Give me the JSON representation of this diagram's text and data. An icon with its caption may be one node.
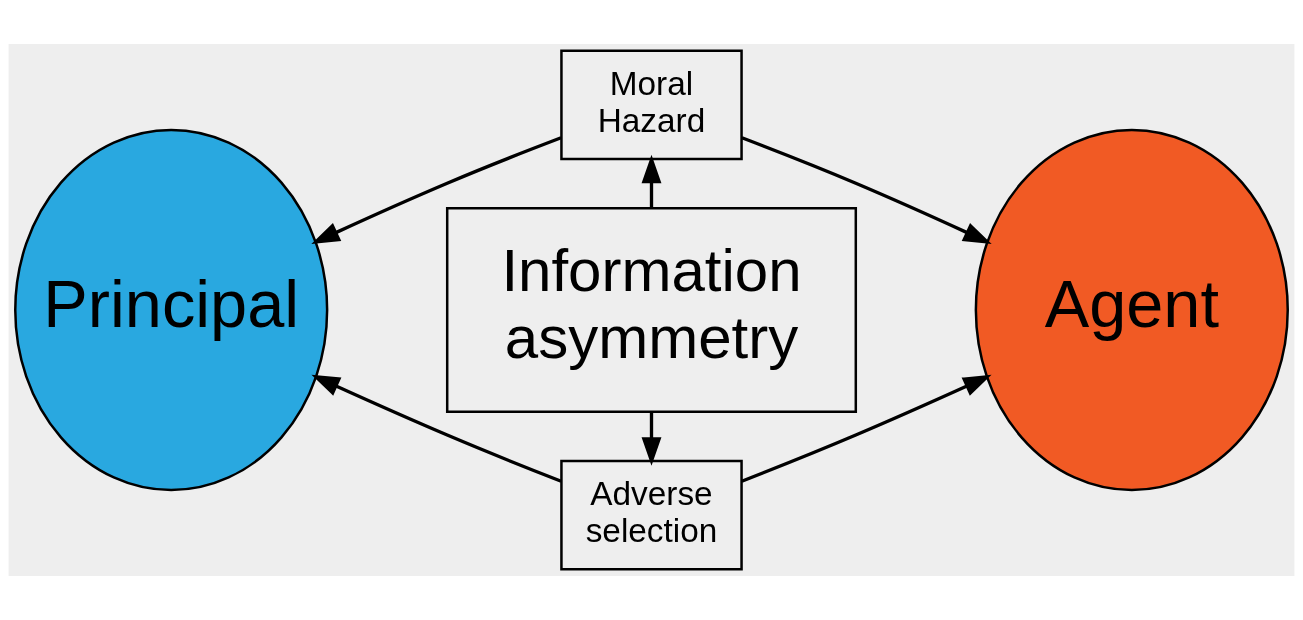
{
  "diagram": {
    "nodes": [
      {
        "text": [
          "Principal"
        ]
      },
      {
        "text": [
          "Information asymmetry"
        ]
      },
      {
        "text": [
          "Moral Hazard"
        ]
      },
      {
        "text": [
          "Adverse selection"
        ]
      },
      {
        "text": [
          "Agent"
        ]
      }
    ],
    "edges": [
      {
        "from": 1,
        "to": 2,
        "arrow": "to"
      },
      {
        "from": 1,
        "to": 3,
        "arrow": "to"
      },
      {
        "from": 2,
        "to": 0,
        "arrow": "to"
      },
      {
        "from": 2,
        "to": 4,
        "arrow": "to"
      },
      {
        "from": 3,
        "to": 0,
        "arrow": "to"
      },
      {
        "from": 3,
        "to": 4,
        "arrow": "to"
      }
    ]
  }
}
